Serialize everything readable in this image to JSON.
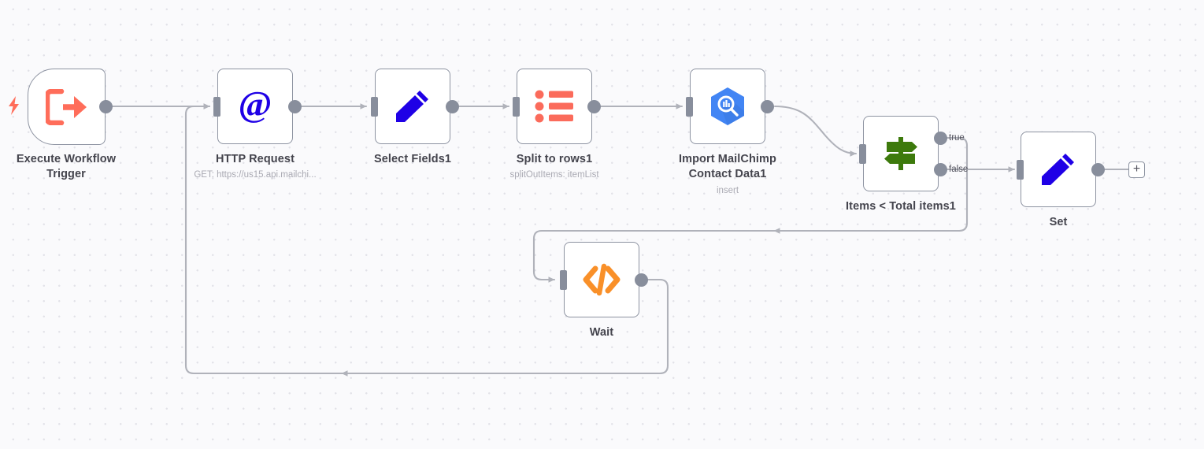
{
  "canvas": {
    "background_color": "#fafafc",
    "dot_color": "#e2e2e8",
    "edge_color": "#b0b2ba",
    "node_border_color": "#8d93a1",
    "port_color": "#888e9c"
  },
  "nodes": [
    {
      "id": "execute-workflow-trigger",
      "label": "Execute Workflow Trigger",
      "subtitle": "",
      "icon": "door-exit-arrow-icon",
      "icon_color": "#ff6d5a",
      "type": "trigger",
      "badge": "lightning-bolt-icon"
    },
    {
      "id": "http-request",
      "label": "HTTP Request",
      "subtitle": "GET: https://us15.api.mailchi...",
      "icon": "at-sign-icon",
      "icon_color": "#1f00e6",
      "type": "action"
    },
    {
      "id": "select-fields1",
      "label": "Select Fields1",
      "subtitle": "",
      "icon": "pencil-icon",
      "icon_color": "#1f00e6",
      "type": "action"
    },
    {
      "id": "split-to-rows1",
      "label": "Split to rows1",
      "subtitle": "splitOutItems: itemList",
      "icon": "bullet-list-icon",
      "icon_color": "#fb6b5b",
      "type": "action"
    },
    {
      "id": "import-mailchimp-contact-data1",
      "label": "Import MailChimp Contact Data1",
      "subtitle": "insert",
      "icon": "google-bigquery-hexagon-icon",
      "icon_color": "#4285f4",
      "type": "action"
    },
    {
      "id": "items-less-than-total-items1",
      "label": "Items < Total items1",
      "subtitle": "",
      "icon": "signpost-icon",
      "icon_color": "#3d7a0c",
      "type": "if",
      "outputs": [
        "true",
        "false"
      ]
    },
    {
      "id": "set",
      "label": "Set",
      "subtitle": "",
      "icon": "pencil-icon",
      "icon_color": "#1f00e6",
      "type": "action"
    },
    {
      "id": "wait",
      "label": "Wait",
      "subtitle": "",
      "icon": "code-brackets-icon",
      "icon_color": "#f99029",
      "type": "action"
    }
  ],
  "port_tags": {
    "true": "true",
    "false": "false"
  },
  "add_button": {
    "label": "+",
    "name": "add-node-button"
  },
  "connections": [
    {
      "from": "execute-workflow-trigger",
      "to": "http-request"
    },
    {
      "from": "http-request",
      "to": "select-fields1"
    },
    {
      "from": "select-fields1",
      "to": "split-to-rows1"
    },
    {
      "from": "split-to-rows1",
      "to": "import-mailchimp-contact-data1"
    },
    {
      "from": "import-mailchimp-contact-data1",
      "to": "items-less-than-total-items1"
    },
    {
      "from": "items-less-than-total-items1",
      "output": "true",
      "to": "wait"
    },
    {
      "from": "items-less-than-total-items1",
      "output": "false",
      "to": "set"
    },
    {
      "from": "wait",
      "to": "http-request"
    }
  ]
}
